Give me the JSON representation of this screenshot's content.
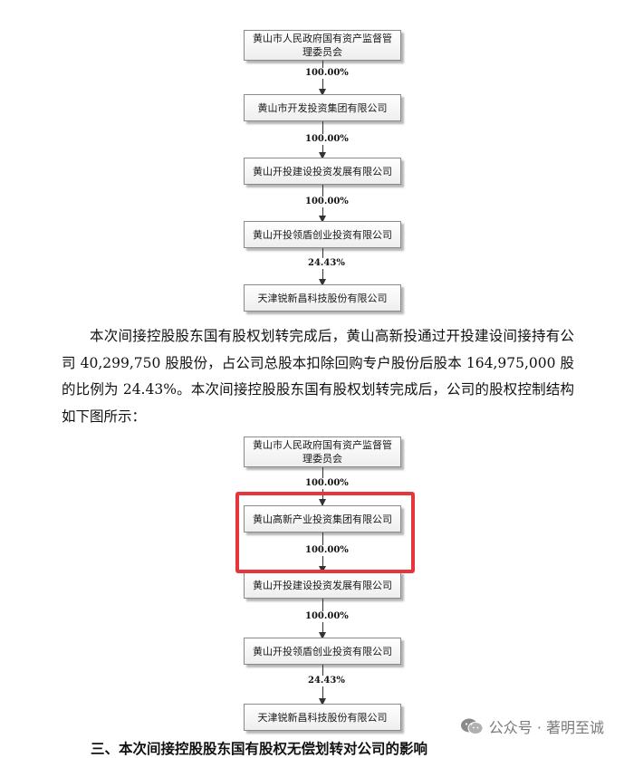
{
  "chart1": {
    "entities": [
      "黄山市人民政府国有资产监督管理委员会",
      "黄山市开发投资集团有限公司",
      "黄山开投建设投资发展有限公司",
      "黄山开投领盾创业投资有限公司",
      "天津锐新昌科技股份有限公司"
    ],
    "ownership": [
      "100.00%",
      "100.00%",
      "100.00%",
      "24.43%"
    ]
  },
  "paragraph": "本次间接控股股东国有股权划转完成后，黄山高新投通过开投建设间接持有公司 40,299,750 股股份，占公司总股本扣除回购专户股份后股本 164,975,000 股的比例为 24.43%。本次间接控股股东国有股权划转完成后，公司的股权控制结构如下图所示：",
  "chart2": {
    "entities": [
      "黄山市人民政府国有资产监督管理委员会",
      "黄山高新产业投资集团有限公司",
      "黄山开投建设投资发展有限公司",
      "黄山开投领盾创业投资有限公司",
      "天津锐新昌科技股份有限公司"
    ],
    "ownership": [
      "100.00%",
      "100.00%",
      "100.00%",
      "24.43%"
    ],
    "highlight_color": "#e8343b"
  },
  "watermark": {
    "text": "公众号 · 著明至诚",
    "icon": "wechat-icon"
  },
  "next_heading_fragment": "三、本次间接控股股东国有股权无偿划转对公司的影响"
}
